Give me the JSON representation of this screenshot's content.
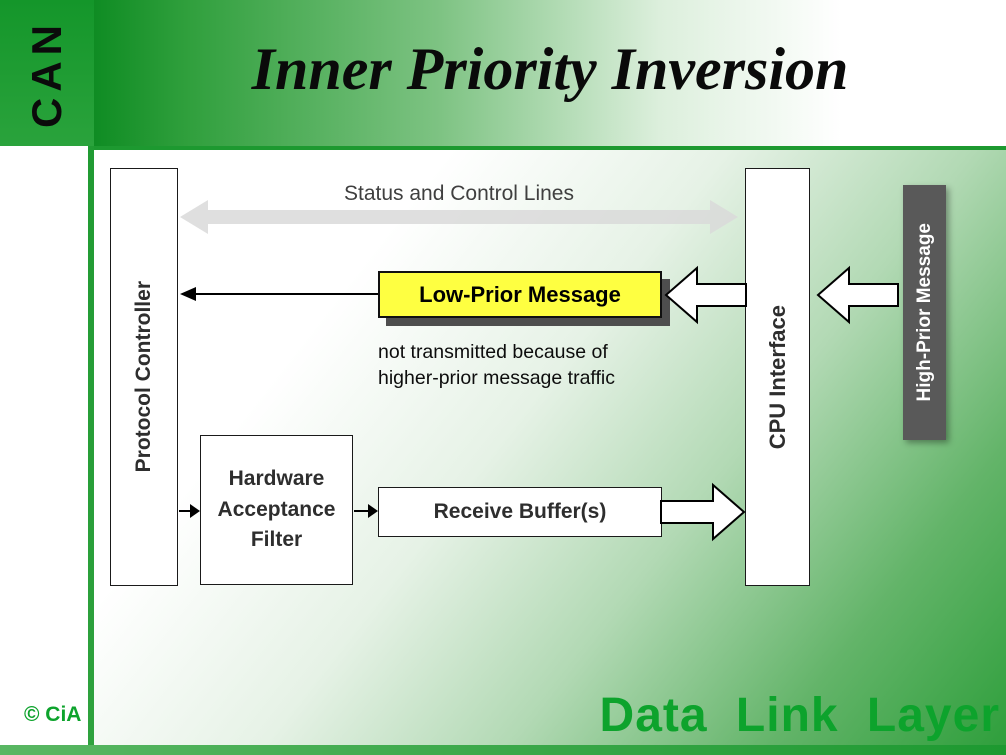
{
  "slide": {
    "logo": "CAN",
    "copyright": "© CiA",
    "title": "Inner Priority Inversion",
    "footer_label": "Data Link Layer"
  },
  "diagram": {
    "status_lines_label": "Status and Control Lines",
    "protocol_controller_label": "Protocol Controller",
    "cpu_interface_label": "CPU Interface",
    "low_prior_message_label": "Low-Prior Message",
    "note_line1": "not transmitted because of",
    "note_line2": "higher-prior message traffic",
    "hardware_acceptance_filter_label": "Hardware Acceptance Filter",
    "receive_buffers_label": "Receive Buffer(s)",
    "high_prior_message_label": "High-Prior Message",
    "arrows": {
      "status_control": "double-headed-arrow",
      "low_prior_to_controller": "thin-left-arrow",
      "cpu_to_low_prior": "block-arrow-left",
      "controller_to_filter": "thin-right-arrow",
      "filter_to_buffer": "thin-right-arrow",
      "buffer_to_cpu": "block-arrow-right",
      "high_prior_to_cpu": "block-arrow-left"
    }
  },
  "colors": {
    "brand_green": "#2f9f3c",
    "dark_header_green": "#0f8c23",
    "footer_green": "#0da32c",
    "highlight_yellow": "#feff41",
    "shadow_gray": "#4e4e4e",
    "high_prior_gray": "#595959",
    "status_arrow_gray": "#d9d9d9"
  }
}
